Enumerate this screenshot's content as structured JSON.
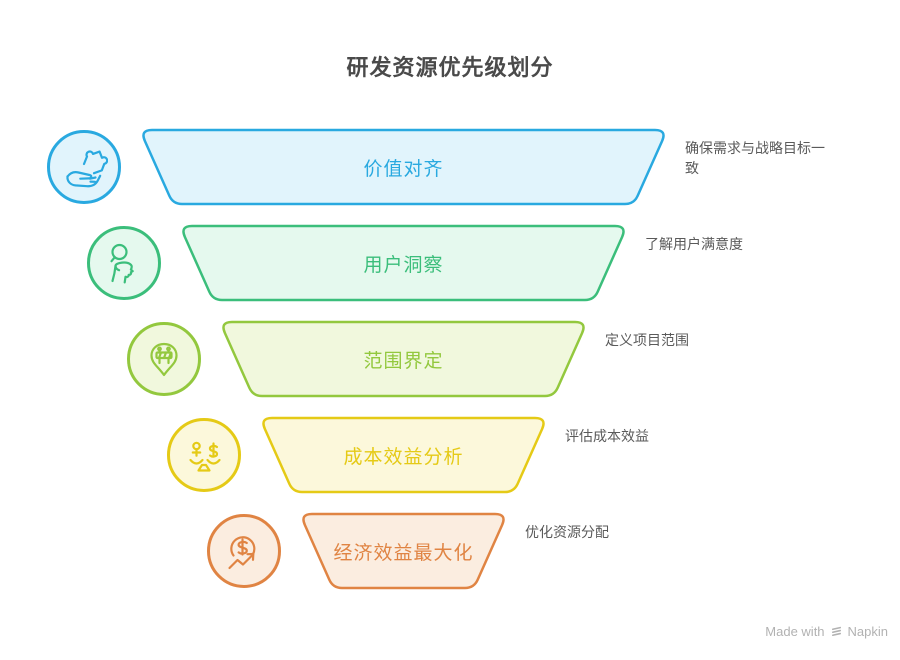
{
  "title": "研发资源优先级划分",
  "levels": [
    {
      "label": "价值对齐",
      "note": "确保需求与战略目标一致",
      "icon": "hand-puzzle-icon",
      "color": "#29a9e0",
      "fill": "#e1f4fc"
    },
    {
      "label": "用户洞察",
      "note": "了解用户满意度",
      "icon": "user-insight-icon",
      "color": "#3bbe7b",
      "fill": "#e5f9ee"
    },
    {
      "label": "范围界定",
      "note": "定义项目范围",
      "icon": "scope-pin-icon",
      "color": "#93c83e",
      "fill": "#f1f8dd"
    },
    {
      "label": "成本效益分析",
      "note": "评估成本效益",
      "icon": "cost-benefit-scale-icon",
      "color": "#e5ca16",
      "fill": "#fcf8db"
    },
    {
      "label": "经济效益最大化",
      "note": "优化资源分配",
      "icon": "dollar-growth-icon",
      "color": "#e08443",
      "fill": "#fbede0"
    }
  ],
  "watermark": {
    "prefix": "Made with",
    "brand": "Napkin"
  },
  "colors": {
    "title_text": "#4a4a4a",
    "note_text": "#5a5a5a",
    "watermark_text": "#b2b2b2",
    "background": "#ffffff"
  }
}
